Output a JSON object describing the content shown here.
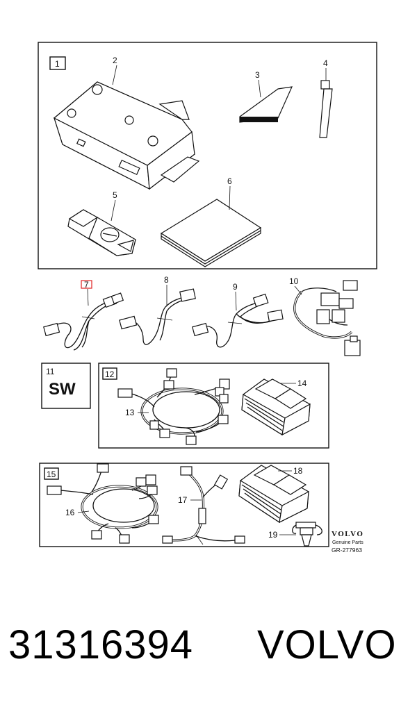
{
  "callouts": {
    "c1": "1",
    "c2": "2",
    "c3": "3",
    "c4": "4",
    "c5": "5",
    "c6": "6",
    "c7": "7",
    "c8": "8",
    "c9": "9",
    "c10": "10",
    "c11": "11",
    "c12": "12",
    "c13": "13",
    "c14": "14",
    "c15": "15",
    "c16": "16",
    "c17": "17",
    "c18": "18",
    "c19": "19"
  },
  "sw_label": "SW",
  "brand_mark": {
    "logo": "VOLVO",
    "subtitle": "Genuine Parts",
    "ref": "GR-277963"
  },
  "footer": {
    "part_number": "31316394",
    "brand": "VOLVO"
  },
  "colors": {
    "line": "#111111",
    "highlight": "#e02020",
    "background": "#ffffff"
  }
}
